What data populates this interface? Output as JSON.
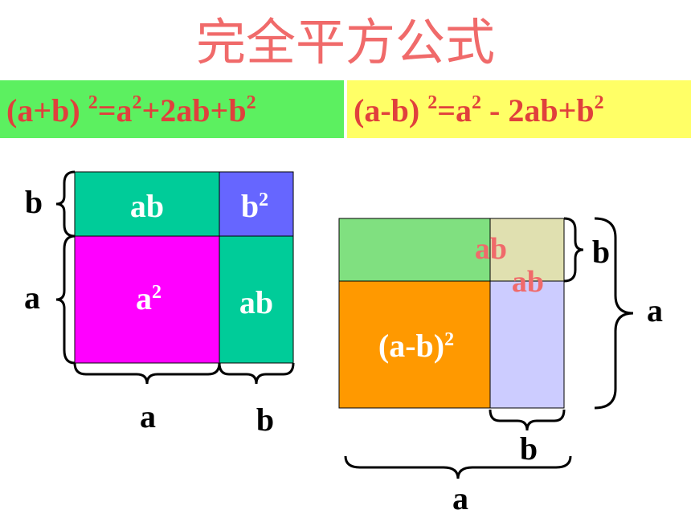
{
  "title": "完全平方公式",
  "formula_sum": {
    "lhs": "(a+b) ",
    "exp": "2",
    "eq": "=a",
    "t1exp": "2",
    "mid": "+2ab+b",
    "t3exp": "2"
  },
  "formula_diff": {
    "lhs": "(a-b) ",
    "exp": "2",
    "eq": "=a",
    "t1exp": "2",
    "mid": " - 2ab+b",
    "t3exp": "2"
  },
  "left_diagram": {
    "cell_ab_top": "ab",
    "cell_b2": "b",
    "cell_b2_exp": "2",
    "cell_a2": "a",
    "cell_a2_exp": "2",
    "cell_ab_right": "ab",
    "brace_top_label": "b",
    "brace_left_label": "a",
    "brace_bottom_a_label": "a",
    "brace_bottom_b_label": "b"
  },
  "right_diagram": {
    "label_ab_1": "ab",
    "label_ab_2": "ab",
    "square_label": "(a-b)",
    "square_exp": "2",
    "brace_right_b_label": "b",
    "brace_right_a_label": "a",
    "brace_bottom_b_label": "b",
    "brace_bottom_a_label": "a"
  },
  "colors": {
    "title": "#f06a6a",
    "formula_text": "#e0403c",
    "band_left": "#5cf060",
    "band_right": "#ffff66",
    "teal": "#00cc99",
    "blue": "#6666ff",
    "magenta": "#ff00ff",
    "light_green": "#80e080",
    "pale_yellow": "#e0e0b0",
    "orange": "#ff9900",
    "lavender": "#ccccff"
  }
}
